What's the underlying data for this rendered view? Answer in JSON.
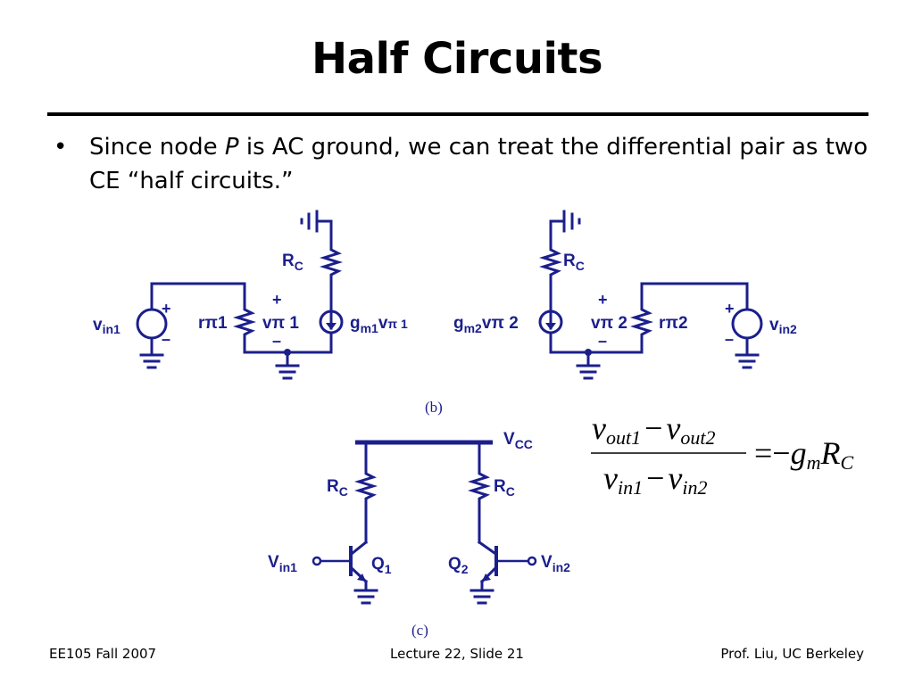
{
  "slide": {
    "title": "Half Circuits",
    "bullet": {
      "before_italic": "Since node ",
      "italic": "P",
      "after_italic": " is AC ground, we can treat the differential pair as two CE “half circuits.”"
    }
  },
  "figure_b": {
    "caption": "(b)",
    "left": {
      "rc_main": "R",
      "rc_sub": "C",
      "src_main": "v",
      "src_sub": "in1",
      "rpi_main": "r",
      "rpi_sub": "π1",
      "vpi_main": "v",
      "vpi_sub": "π 1",
      "gm_main": "g",
      "gm_sub": "m1",
      "gm_v": "v",
      "gm_vsub": "π 1",
      "plus": "+",
      "minus": "–"
    },
    "right": {
      "rc_main": "R",
      "rc_sub": "C",
      "src_main": "v",
      "src_sub": "in2",
      "rpi_main": "r",
      "rpi_sub": "π2",
      "vpi_main": "v",
      "vpi_sub": "π 2",
      "gm_main": "g",
      "gm_sub": "m2",
      "gm_v": "v",
      "gm_vsub": "π 2",
      "plus": "+",
      "minus": "–"
    }
  },
  "figure_c": {
    "caption": "(c)",
    "vcc_main": "V",
    "vcc_sub": "CC",
    "rc_main": "R",
    "rc_sub": "C",
    "vin1_main": "V",
    "vin1_sub": "in1",
    "vin2_main": "V",
    "vin2_sub": "in2",
    "q1_main": "Q",
    "q1_sub": "1",
    "q2_main": "Q",
    "q2_sub": "2"
  },
  "equation": {
    "num_a": "v",
    "num_a_sub": "out1",
    "num_minus": "−",
    "num_b": "v",
    "num_b_sub": "out2",
    "den_a": "v",
    "den_a_sub": "in1",
    "den_minus": "−",
    "den_b": "v",
    "den_b_sub": "in2",
    "rhs_eq": "=−",
    "rhs_g": "g",
    "rhs_g_sub": "m",
    "rhs_r": "R",
    "rhs_r_sub": "C"
  },
  "footer": {
    "left": "EE105 Fall 2007",
    "center": "Lecture 22, Slide 21",
    "right": "Prof. Liu, UC Berkeley"
  },
  "colors": {
    "circuit": "#1b1f8c",
    "text": "#000000",
    "caption": "#1b1f8c"
  }
}
